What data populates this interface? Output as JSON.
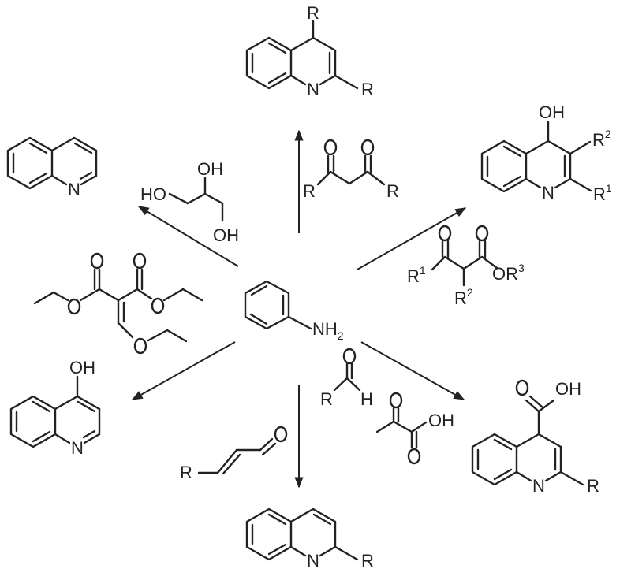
{
  "colors": {
    "ink": "#222222",
    "background": "#ffffff"
  },
  "center": {
    "nh": "NH",
    "sub": "2"
  },
  "top": {
    "r_top": "R",
    "n": "N",
    "r_side": "R"
  },
  "top_reagent": {
    "r_left": "R",
    "r_right": "R"
  },
  "top_right": {
    "oh": "OH",
    "r": "R",
    "r_sup_a": "2",
    "n": "N",
    "r2": "R",
    "r_sup_b": "1"
  },
  "right_reagent": {
    "r": "R",
    "r_sup_1": "1",
    "or": "OR",
    "r_sup_3": "3",
    "r2": "R",
    "r_sup_2": "2"
  },
  "top_left": {
    "n": "N"
  },
  "glycerol": {
    "ho": "HO",
    "oh_top": "OH",
    "oh_bottom": "OH"
  },
  "left_reagent": {},
  "bottom_left": {
    "oh": "OH",
    "n": "N"
  },
  "bottom_reagent": {
    "r": "R"
  },
  "bottom": {
    "n": "N",
    "r": "R"
  },
  "br_reagents": {
    "r": "R",
    "h": "H",
    "oh": "OH"
  },
  "bottom_right": {
    "oh": "OH",
    "n": "N",
    "r": "R"
  }
}
